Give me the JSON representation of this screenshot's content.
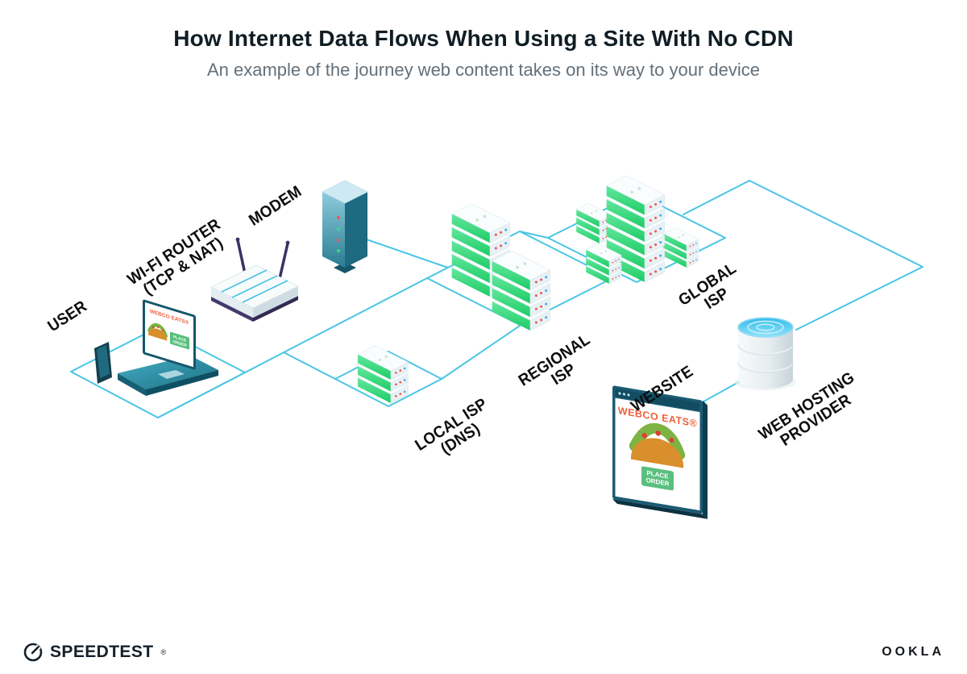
{
  "header": {
    "title": "How Internet Data Flows When Using a Site With No CDN",
    "subtitle": "An example of the journey web content takes on its way to your device"
  },
  "labels": {
    "user": "USER",
    "router_line1": "WI-FI ROUTER",
    "router_line2": "(TCP & NAT)",
    "modem": "MODEM",
    "local_isp_line1": "LOCAL ISP",
    "local_isp_line2": "(DNS)",
    "regional_isp_line1": "REGIONAL",
    "regional_isp_line2": "ISP",
    "global_isp_line1": "GLOBAL",
    "global_isp_line2": "ISP",
    "website": "WEBSITE",
    "web_hosting_line1": "WEB HOSTING",
    "web_hosting_line2": "PROVIDER"
  },
  "website_page": {
    "brand": "WEBCO EATS®",
    "order_line1": "PLACE",
    "order_line2": "ORDER"
  },
  "laptop_page": {
    "brand": "WEBCO EATS®"
  },
  "footer": {
    "speedtest": "SPEEDTEST",
    "reg": "®",
    "ookla": "OOKLA"
  },
  "palette": {
    "connection_line": "#4ac5e5",
    "server_green": "#2bd97a",
    "brand_orange": "#f0603c",
    "order_button_green": "#5abf7e",
    "device_teal": "#1b6e80",
    "title_color": "#101d24",
    "subtitle_color": "#64707a"
  }
}
